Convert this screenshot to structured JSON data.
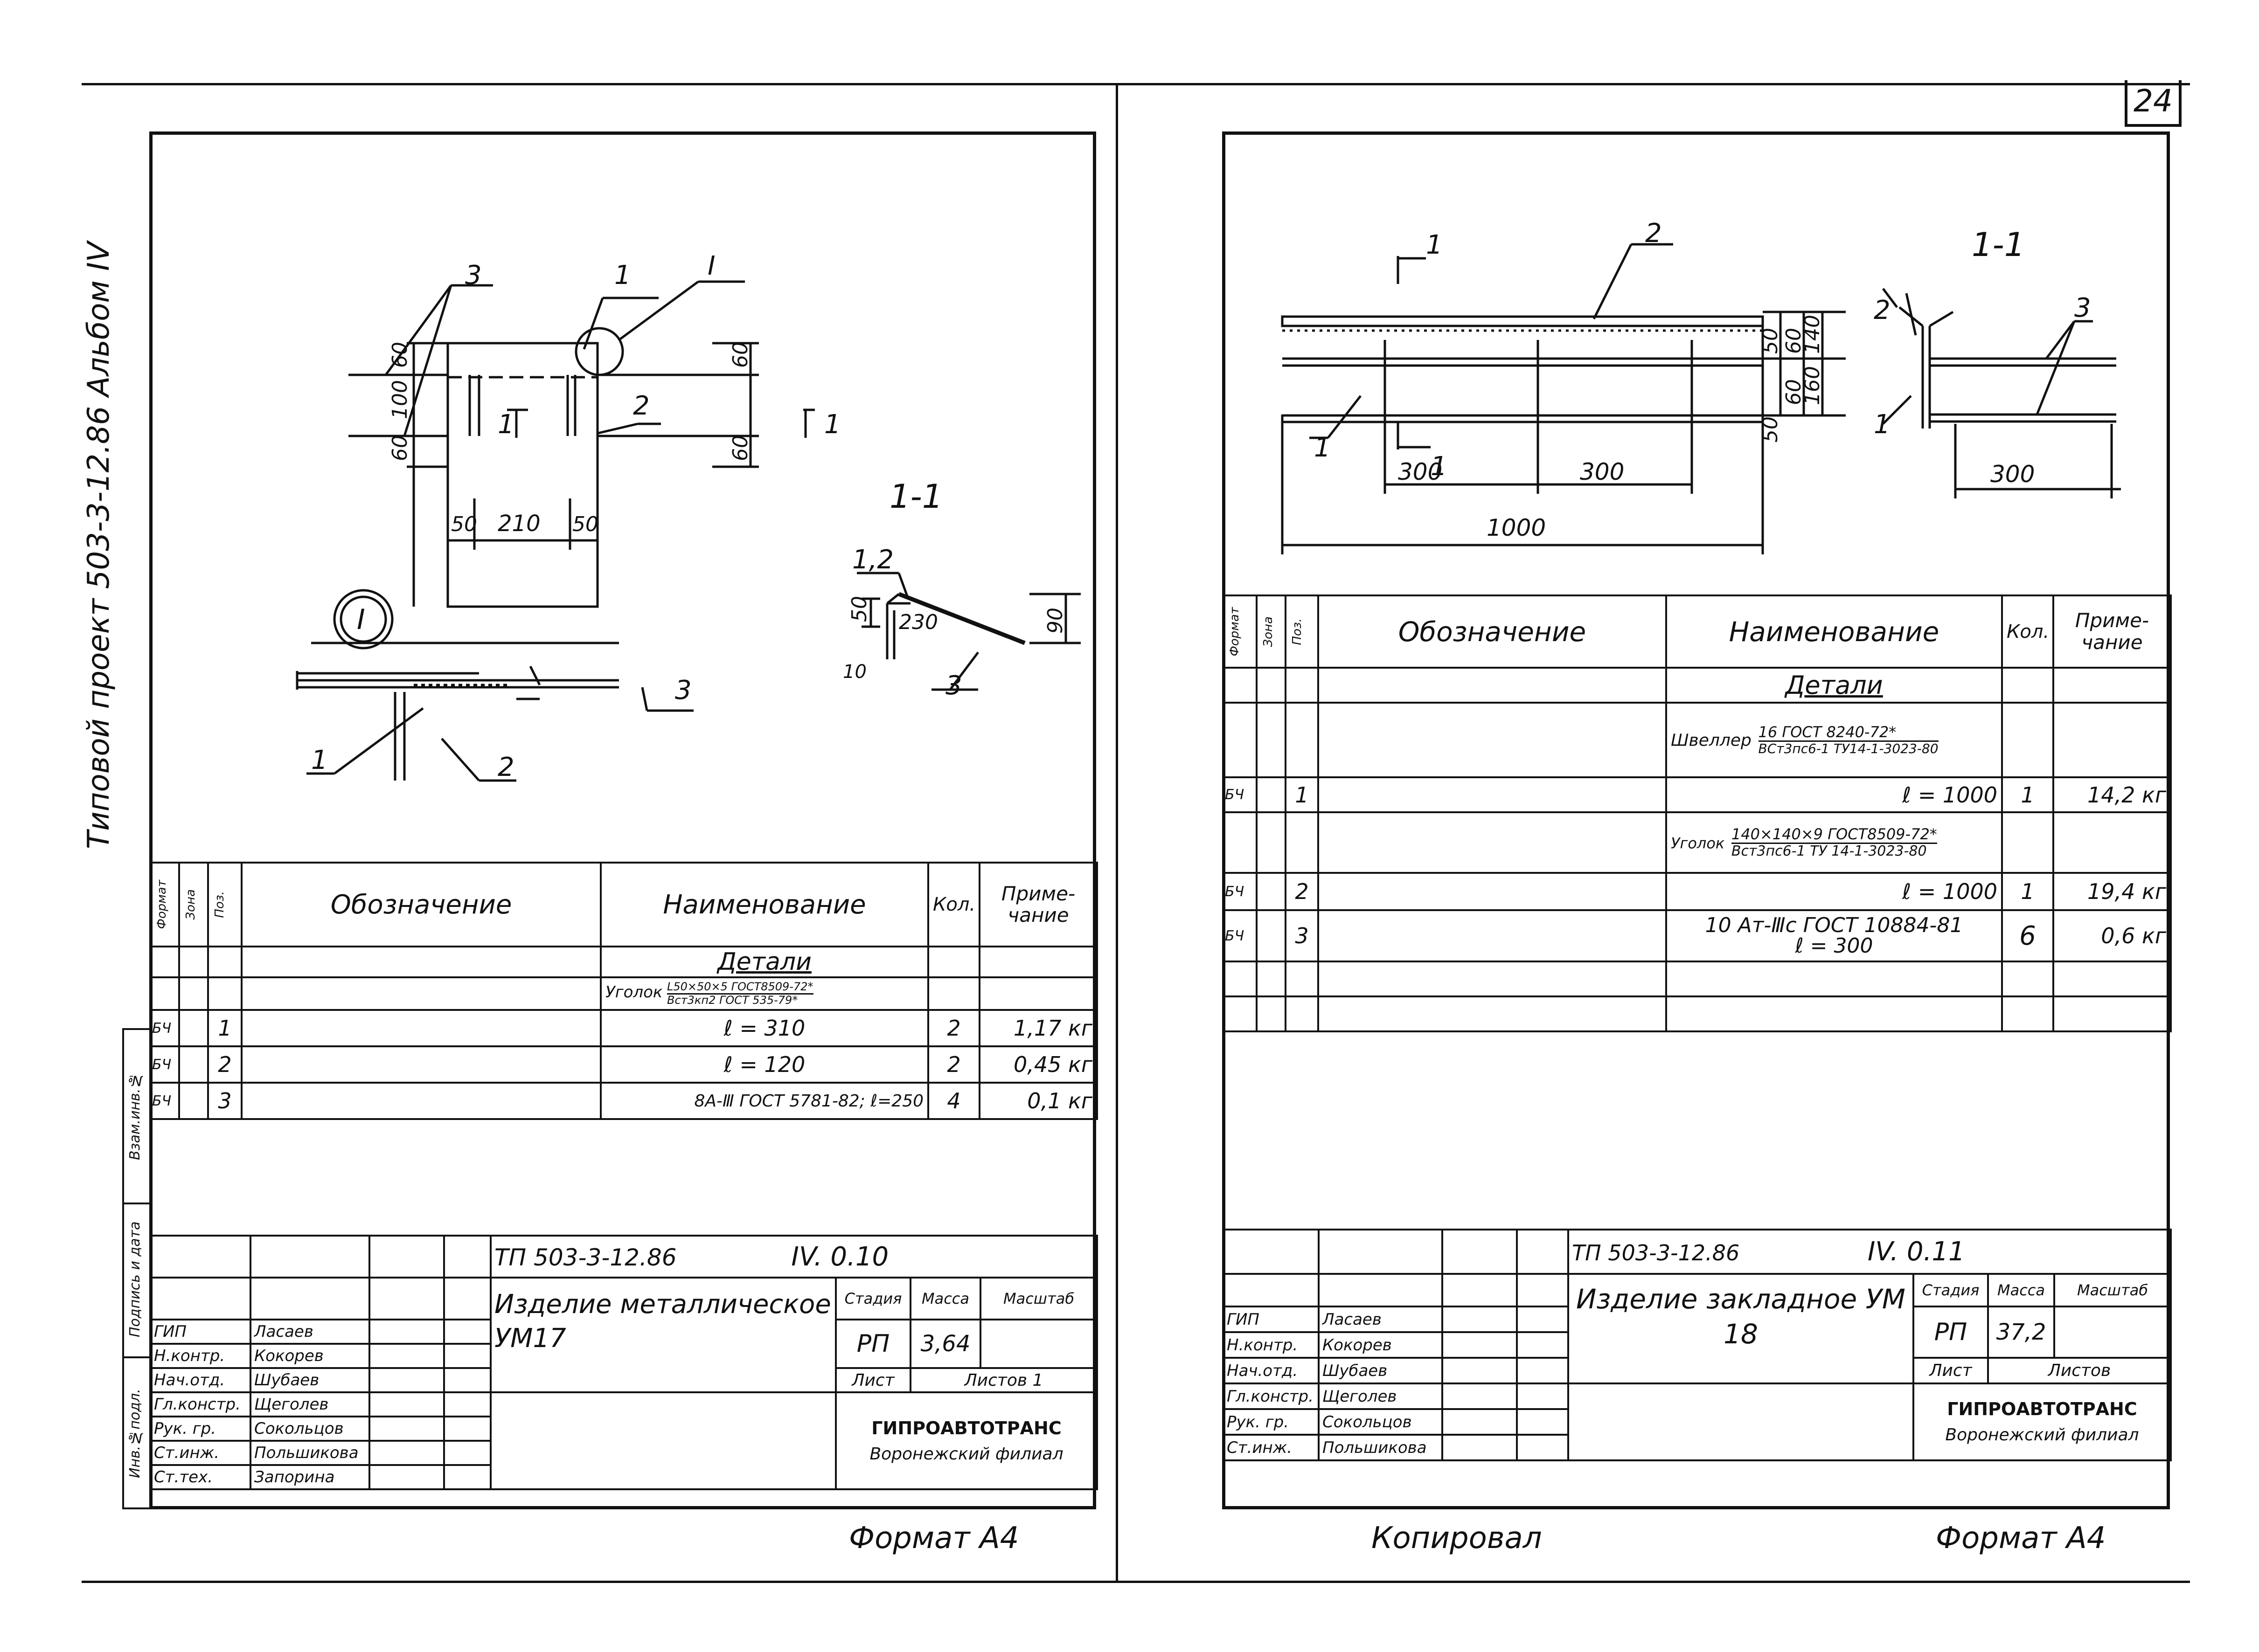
{
  "sheet_number": "24",
  "side_title": "Типовой проект 503-3-12.86 Альбом IV",
  "side_stamp": [
    "Инв.№подл.",
    "Подпись и дата",
    "Взам.инв.№"
  ],
  "copied_by": "Копировал",
  "left": {
    "format": "Формат А4",
    "drawing": {
      "section_label": "1-1",
      "callout_I": "I",
      "dims": [
        "60",
        "100",
        "60",
        "60",
        "60",
        "50",
        "210",
        "50",
        "50",
        "230",
        "90",
        "10"
      ],
      "positions": [
        "3",
        "1",
        "I",
        "2",
        "1",
        "1",
        "1,2",
        "3",
        "1",
        "3",
        "2"
      ]
    },
    "spec": {
      "headers": {
        "format": "Формат",
        "zone": "Зона",
        "pos": "Поз.",
        "designation": "Обозначение",
        "name": "Наименование",
        "qty": "Кол.",
        "note": "Приме-чание"
      },
      "section": "Детали",
      "material_label": "Уголок",
      "material_top": "L50×50×5 ГОСТ8509-72*",
      "material_bottom": "Вст3кп2 ГОСТ 535-79*",
      "rows": [
        {
          "format": "БЧ",
          "pos": "1",
          "name": "ℓ = 310",
          "qty": "2",
          "note": "1,17 кг"
        },
        {
          "format": "БЧ",
          "pos": "2",
          "name": "ℓ = 120",
          "qty": "2",
          "note": "0,45 кг"
        },
        {
          "format": "БЧ",
          "pos": "3",
          "name": "8А-Ⅲ ГОСТ 5781-82; ℓ=250",
          "qty": "4",
          "note": "0,1 кг"
        }
      ]
    },
    "title_block": {
      "code": "ТП 503-3-12.86",
      "sheet_code": "IV. 0.10",
      "title": "Изделие металлическое УМ17",
      "stage_label": "Стадия",
      "mass_label": "Масса",
      "scale_label": "Масштаб",
      "stage": "РП",
      "mass": "3,64",
      "sheet_label": "Лист",
      "sheets_label": "Листов 1",
      "org": "ГИПРОАВТОТРАНС",
      "branch": "Воронежский филиал",
      "people": [
        {
          "role": "ГИП",
          "name": "Ласаев"
        },
        {
          "role": "Н.контр.",
          "name": "Кокорев"
        },
        {
          "role": "Нач.отд.",
          "name": "Шубаев"
        },
        {
          "role": "Гл.констр.",
          "name": "Щеголев"
        },
        {
          "role": "Рук. гр.",
          "name": "Сокольцов"
        },
        {
          "role": "Ст.инж.",
          "name": "Польшикова"
        },
        {
          "role": "Ст.тех.",
          "name": "Запорина"
        }
      ]
    }
  },
  "right": {
    "format": "Формат А4",
    "drawing": {
      "section_label": "1-1",
      "dims": [
        "50",
        "60",
        "140",
        "60",
        "160",
        "50",
        "300",
        "300",
        "1000",
        "300"
      ],
      "positions": [
        "1",
        "2",
        "1",
        "1",
        "2",
        "3",
        "1"
      ]
    },
    "spec": {
      "headers": {
        "format": "Формат",
        "zone": "Зона",
        "pos": "Поз.",
        "designation": "Обозначение",
        "name": "Наименование",
        "qty": "Кол.",
        "note": "Приме-чание"
      },
      "section": "Детали",
      "item1_label": "Швеллер",
      "item1_top": "16 ГОСТ 8240-72*",
      "item1_bottom": "ВСт3пс6-1 ТУ14-1-3023-80",
      "item2_label": "Уголок",
      "item2_top": "140×140×9 ГОСТ8509-72*",
      "item2_bottom": "Вст3пс6-1 ТУ 14-1-3023-80",
      "rows": [
        {
          "format": "БЧ",
          "pos": "1",
          "name": "ℓ = 1000",
          "qty": "1",
          "note": "14,2 кг"
        },
        {
          "format": "БЧ",
          "pos": "2",
          "name": "ℓ = 1000",
          "qty": "1",
          "note": "19,4 кг"
        },
        {
          "format": "БЧ",
          "pos": "3",
          "name_top": "10 Ат-Ⅲс ГОСТ 10884-81",
          "name_bottom": "ℓ = 300",
          "qty": "6",
          "note": "0,6 кг"
        }
      ]
    },
    "title_block": {
      "code": "ТП 503-3-12.86",
      "sheet_code": "IV. 0.11",
      "title": "Изделие закладное УМ 18",
      "stage_label": "Стадия",
      "mass_label": "Масса",
      "scale_label": "Масштаб",
      "stage": "РП",
      "mass": "37,2",
      "sheet_label": "Лист",
      "sheets_label": "Листов",
      "org": "ГИПРОАВТОТРАНС",
      "branch": "Воронежский филиал",
      "people": [
        {
          "role": "ГИП",
          "name": "Ласаев"
        },
        {
          "role": "Н.контр.",
          "name": "Кокорев"
        },
        {
          "role": "Нач.отд.",
          "name": "Шубаев"
        },
        {
          "role": "Гл.констр.",
          "name": "Щеголев"
        },
        {
          "role": "Рук. гр.",
          "name": "Сокольцов"
        },
        {
          "role": "Ст.инж.",
          "name": "Польшикова"
        }
      ]
    }
  }
}
